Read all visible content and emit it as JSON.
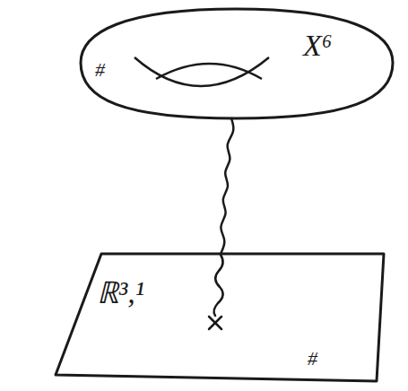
{
  "diagram": {
    "nodes": [
      {
        "text": [
          "X⁶",
          "#"
        ]
      },
      {
        "text": [
          "ℝ³,¹",
          "#"
        ]
      }
    ],
    "edges": [
      {
        "from": 0,
        "to": 1,
        "arrow": "none"
      }
    ]
  }
}
